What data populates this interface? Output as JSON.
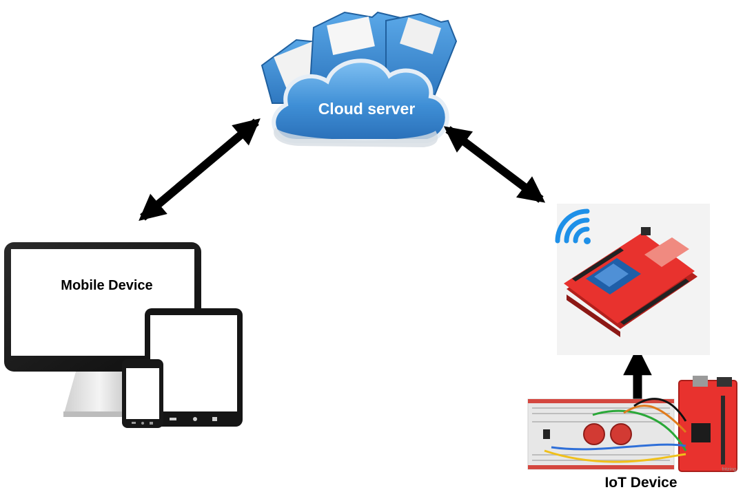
{
  "nodes": {
    "cloud": {
      "label": "Cloud server"
    },
    "mobile": {
      "label": "Mobile Device"
    },
    "iot": {
      "label": "IoT Device",
      "watermark": "fritzing"
    }
  },
  "colors": {
    "cloud_blue": "#3f8fd6",
    "arrow": "#000000",
    "board_red": "#e8322e",
    "wifi_blue": "#1e90e8",
    "device_black": "#1a1a1a"
  },
  "edges": [
    {
      "from": "cloud",
      "to": "mobile",
      "type": "bidirectional"
    },
    {
      "from": "cloud",
      "to": "iot",
      "type": "bidirectional"
    },
    {
      "from": "breadboard",
      "to": "iot",
      "type": "directed"
    }
  ]
}
